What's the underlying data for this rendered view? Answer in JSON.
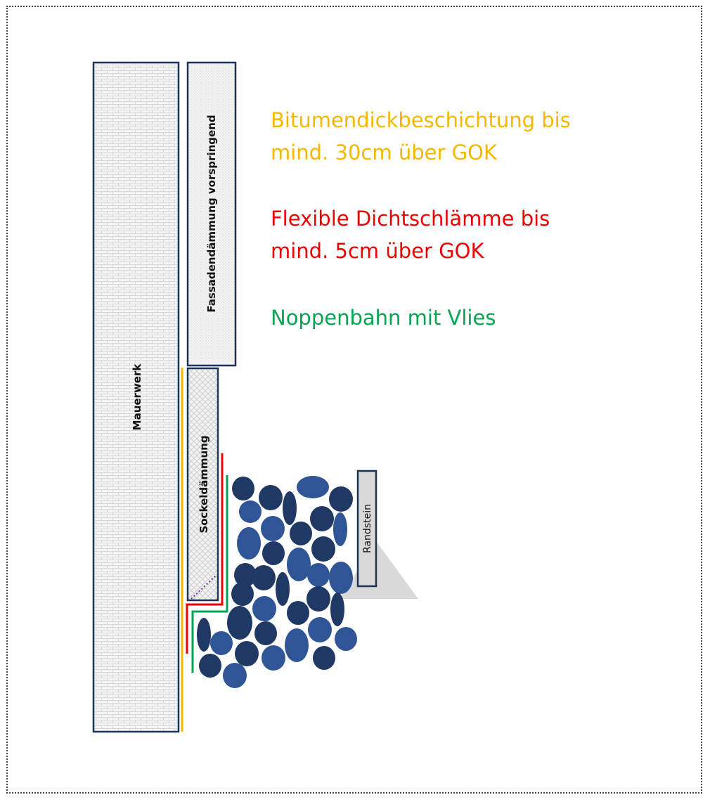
{
  "labels": {
    "masonry": "Mauerwerk",
    "facade_insulation": "Fassadendämmung vorspringend",
    "base_insulation": "Sockeldämmung",
    "curb": "Randstein"
  },
  "legend": [
    {
      "line1": "Bitumendickbeschichtung bis",
      "line2": "mind. 30cm über GOK",
      "color": "#f5b800"
    },
    {
      "line1": "Flexible Dichtschlämme bis",
      "line2": "mind. 5cm über GOK",
      "color": "#ee0000"
    },
    {
      "line1": "Noppenbahn mit Vlies",
      "line2": "",
      "color": "#00a650"
    }
  ],
  "colors": {
    "outline": "#1f3355",
    "stone_dark": "#1f3864",
    "stone_light": "#2f5597",
    "curb_fill": "#d9d9d9",
    "bitumen": "#f5b800",
    "slurry": "#ee0000",
    "membrane": "#00a650"
  }
}
